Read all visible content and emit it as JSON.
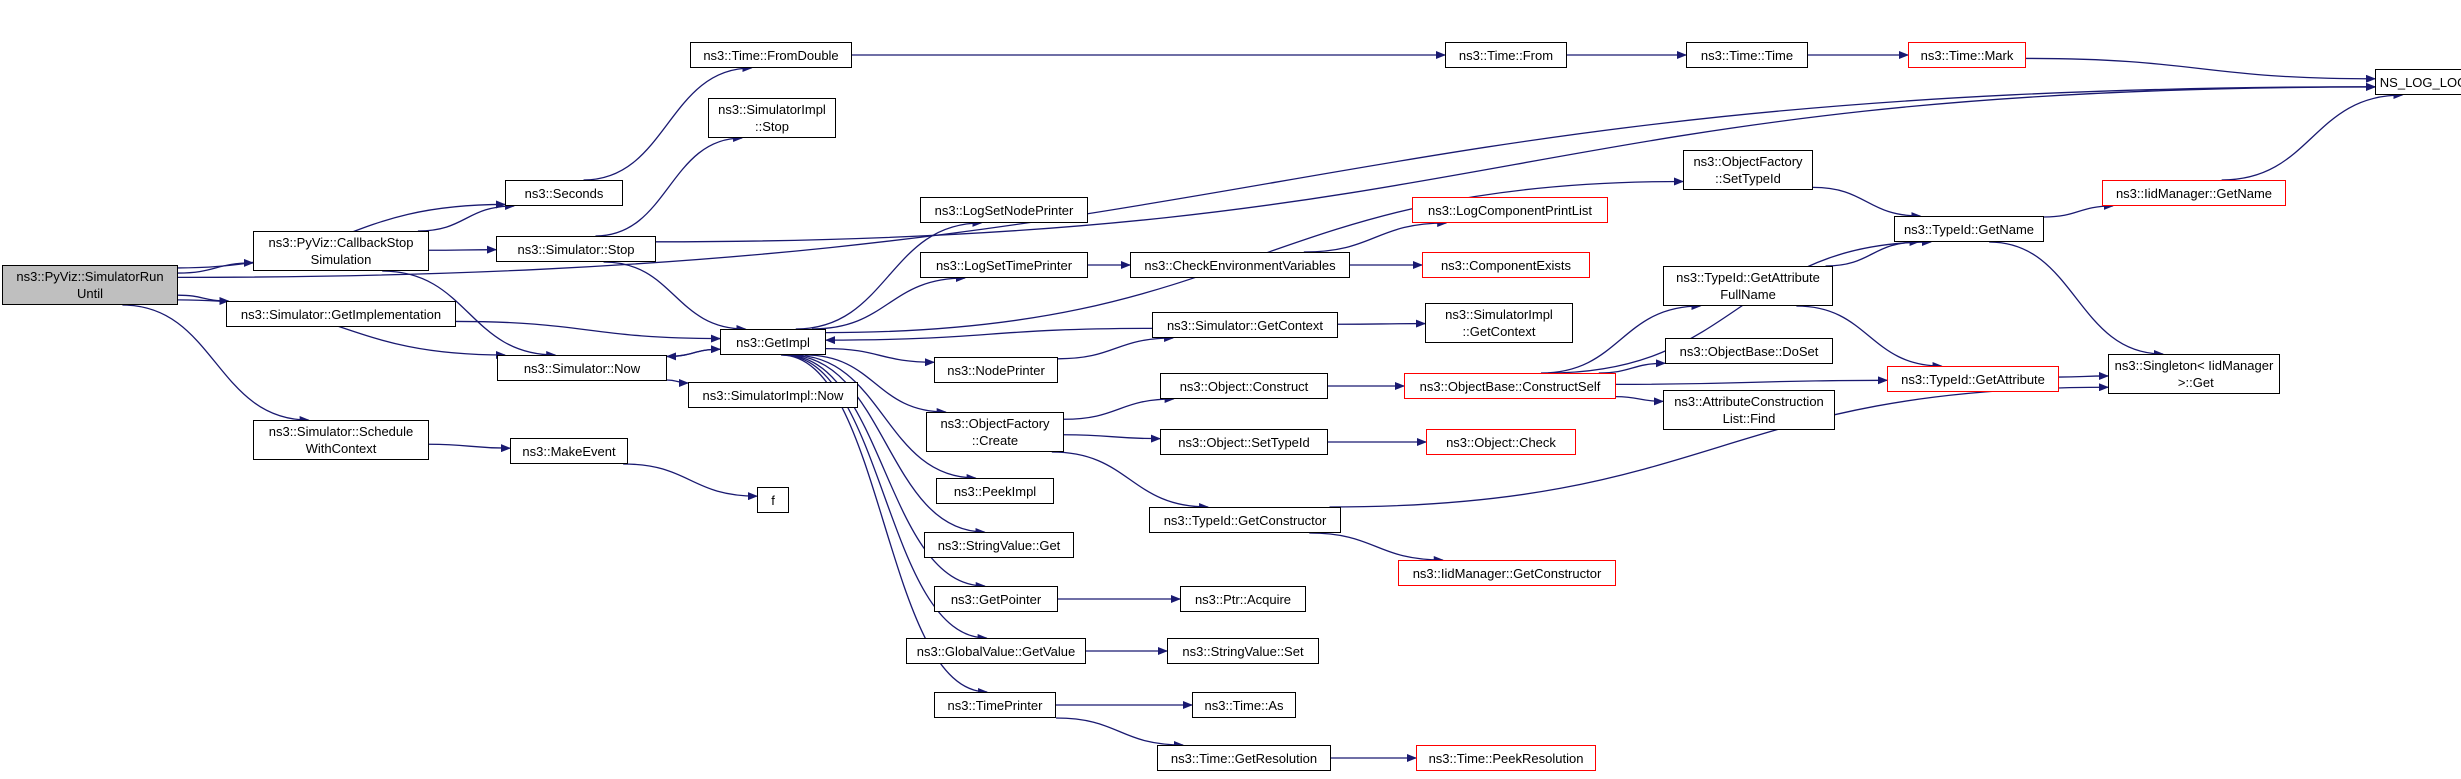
{
  "colors": {
    "edge": "#191970",
    "border": "#000000",
    "highlight_border": "#ff0000",
    "root_fill": "#bfbfbf"
  },
  "nodes": {
    "root": {
      "label": "ns3::PyViz::SimulatorRun\nUntil",
      "highlight": false
    },
    "seconds": {
      "label": "ns3::Seconds",
      "highlight": false
    },
    "callback_stop": {
      "label": "ns3::PyViz::CallbackStop\nSimulation",
      "highlight": false
    },
    "sim_get_impl": {
      "label": "ns3::Simulator::GetImplementation",
      "highlight": false
    },
    "sim_now": {
      "label": "ns3::Simulator::Now",
      "highlight": false
    },
    "sim_schedule": {
      "label": "ns3::Simulator::Schedule\nWithContext",
      "highlight": false
    },
    "time_fromdouble": {
      "label": "ns3::Time::FromDouble",
      "highlight": false
    },
    "simimpl_stop": {
      "label": "ns3::SimulatorImpl\n::Stop",
      "highlight": false
    },
    "sim_stop": {
      "label": "ns3::Simulator::Stop",
      "highlight": false
    },
    "getimpl": {
      "label": "ns3::GetImpl",
      "highlight": false
    },
    "simimpl_now": {
      "label": "ns3::SimulatorImpl::Now",
      "highlight": false
    },
    "makeevent": {
      "label": "ns3::MakeEvent",
      "highlight": false
    },
    "f": {
      "label": "f",
      "highlight": false
    },
    "logsetnodeprinter": {
      "label": "ns3::LogSetNodePrinter",
      "highlight": false
    },
    "logsettimeprinter": {
      "label": "ns3::LogSetTimePrinter",
      "highlight": false
    },
    "nodeprinter": {
      "label": "ns3::NodePrinter",
      "highlight": false
    },
    "objfactory_create": {
      "label": "ns3::ObjectFactory\n::Create",
      "highlight": false
    },
    "peekimpl": {
      "label": "ns3::PeekImpl",
      "highlight": false
    },
    "stringvalue_get": {
      "label": "ns3::StringValue::Get",
      "highlight": false
    },
    "getpointer": {
      "label": "ns3::GetPointer",
      "highlight": false
    },
    "globalvalue_getvalue": {
      "label": "ns3::GlobalValue::GetValue",
      "highlight": false
    },
    "timeprinter": {
      "label": "ns3::TimePrinter",
      "highlight": false
    },
    "time_from": {
      "label": "ns3::Time::From",
      "highlight": false
    },
    "checkenv": {
      "label": "ns3::CheckEnvironmentVariables",
      "highlight": false
    },
    "sim_getcontext": {
      "label": "ns3::Simulator::GetContext",
      "highlight": false
    },
    "object_construct": {
      "label": "ns3::Object::Construct",
      "highlight": false
    },
    "object_settypeid": {
      "label": "ns3::Object::SetTypeId",
      "highlight": false
    },
    "typeid_getconstructor": {
      "label": "ns3::TypeId::GetConstructor",
      "highlight": false
    },
    "ptr_acquire": {
      "label": "ns3::Ptr::Acquire",
      "highlight": false
    },
    "stringvalue_set": {
      "label": "ns3::StringValue::Set",
      "highlight": false
    },
    "time_as": {
      "label": "ns3::Time::As",
      "highlight": false
    },
    "time_getresolution": {
      "label": "ns3::Time::GetResolution",
      "highlight": false
    },
    "time_time": {
      "label": "ns3::Time::Time",
      "highlight": false
    },
    "logcomponentprintlist": {
      "label": "ns3::LogComponentPrintList",
      "highlight": true
    },
    "componentexists": {
      "label": "ns3::ComponentExists",
      "highlight": true
    },
    "simimpl_getcontext": {
      "label": "ns3::SimulatorImpl\n::GetContext",
      "highlight": false
    },
    "objectbase_constructself": {
      "label": "ns3::ObjectBase::ConstructSelf",
      "highlight": true
    },
    "object_check": {
      "label": "ns3::Object::Check",
      "highlight": true
    },
    "iidmanager_getconstructor": {
      "label": "ns3::IidManager::GetConstructor",
      "highlight": true
    },
    "time_peekresolution": {
      "label": "ns3::Time::PeekResolution",
      "highlight": true
    },
    "time_mark": {
      "label": "ns3::Time::Mark",
      "highlight": true
    },
    "objfactory_settypeid": {
      "label": "ns3::ObjectFactory\n::SetTypeId",
      "highlight": false
    },
    "typeid_getattrfullname": {
      "label": "ns3::TypeId::GetAttribute\nFullName",
      "highlight": false
    },
    "objectbase_doset": {
      "label": "ns3::ObjectBase::DoSet",
      "highlight": false
    },
    "attrconstructionlist_find": {
      "label": "ns3::AttributeConstruction\nList::Find",
      "highlight": false
    },
    "typeid_getname": {
      "label": "ns3::TypeId::GetName",
      "highlight": false
    },
    "typeid_getattribute": {
      "label": "ns3::TypeId::GetAttribute",
      "highlight": true
    },
    "ns_log_logic": {
      "label": "NS_LOG_LOGIC",
      "highlight": false
    },
    "iidmanager_getname": {
      "label": "ns3::IidManager::GetName",
      "highlight": true
    },
    "singleton_get": {
      "label": "ns3::Singleton< IidManager\n >::Get",
      "highlight": false
    }
  },
  "edges": [
    [
      "root",
      "seconds"
    ],
    [
      "root",
      "callback_stop"
    ],
    [
      "root",
      "sim_get_impl"
    ],
    [
      "root",
      "sim_now"
    ],
    [
      "root",
      "sim_schedule"
    ],
    [
      "root",
      "ns_log_logic"
    ],
    [
      "callback_stop",
      "seconds"
    ],
    [
      "callback_stop",
      "sim_stop"
    ],
    [
      "callback_stop",
      "sim_now"
    ],
    [
      "seconds",
      "time_fromdouble"
    ],
    [
      "sim_stop",
      "simimpl_stop"
    ],
    [
      "sim_stop",
      "getimpl"
    ],
    [
      "sim_stop",
      "ns_log_logic"
    ],
    [
      "sim_get_impl",
      "getimpl"
    ],
    [
      "sim_now",
      "getimpl"
    ],
    [
      "sim_now",
      "simimpl_now"
    ],
    [
      "sim_schedule",
      "makeevent"
    ],
    [
      "makeevent",
      "f"
    ],
    [
      "getimpl",
      "objfactory_settypeid"
    ],
    [
      "getimpl",
      "logsetnodeprinter"
    ],
    [
      "getimpl",
      "logsettimeprinter"
    ],
    [
      "getimpl",
      "nodeprinter"
    ],
    [
      "getimpl",
      "objfactory_create"
    ],
    [
      "getimpl",
      "peekimpl"
    ],
    [
      "getimpl",
      "stringvalue_get"
    ],
    [
      "getimpl",
      "getpointer"
    ],
    [
      "getimpl",
      "globalvalue_getvalue"
    ],
    [
      "getimpl",
      "timeprinter"
    ],
    [
      "getimpl",
      "sim_now"
    ],
    [
      "time_fromdouble",
      "time_from"
    ],
    [
      "time_from",
      "time_time"
    ],
    [
      "time_time",
      "time_mark"
    ],
    [
      "time_mark",
      "ns_log_logic"
    ],
    [
      "logsettimeprinter",
      "checkenv"
    ],
    [
      "checkenv",
      "logcomponentprintlist"
    ],
    [
      "checkenv",
      "componentexists"
    ],
    [
      "nodeprinter",
      "sim_getcontext"
    ],
    [
      "sim_getcontext",
      "getimpl"
    ],
    [
      "sim_getcontext",
      "simimpl_getcontext"
    ],
    [
      "objfactory_create",
      "object_construct"
    ],
    [
      "objfactory_create",
      "object_settypeid"
    ],
    [
      "objfactory_create",
      "typeid_getconstructor"
    ],
    [
      "object_construct",
      "objectbase_constructself"
    ],
    [
      "object_settypeid",
      "object_check"
    ],
    [
      "typeid_getconstructor",
      "iidmanager_getconstructor"
    ],
    [
      "typeid_getconstructor",
      "singleton_get"
    ],
    [
      "objectbase_constructself",
      "typeid_getname"
    ],
    [
      "objectbase_constructself",
      "typeid_getattrfullname"
    ],
    [
      "objectbase_constructself",
      "objectbase_doset"
    ],
    [
      "objectbase_constructself",
      "attrconstructionlist_find"
    ],
    [
      "objectbase_constructself",
      "typeid_getattribute"
    ],
    [
      "typeid_getattrfullname",
      "typeid_getname"
    ],
    [
      "typeid_getattrfullname",
      "typeid_getattribute"
    ],
    [
      "objfactory_settypeid",
      "typeid_getname"
    ],
    [
      "typeid_getattribute",
      "singleton_get"
    ],
    [
      "typeid_getname",
      "iidmanager_getname"
    ],
    [
      "typeid_getname",
      "singleton_get"
    ],
    [
      "iidmanager_getname",
      "ns_log_logic"
    ],
    [
      "getpointer",
      "ptr_acquire"
    ],
    [
      "globalvalue_getvalue",
      "stringvalue_set"
    ],
    [
      "timeprinter",
      "time_as"
    ],
    [
      "timeprinter",
      "time_getresolution"
    ],
    [
      "time_getresolution",
      "time_peekresolution"
    ]
  ]
}
